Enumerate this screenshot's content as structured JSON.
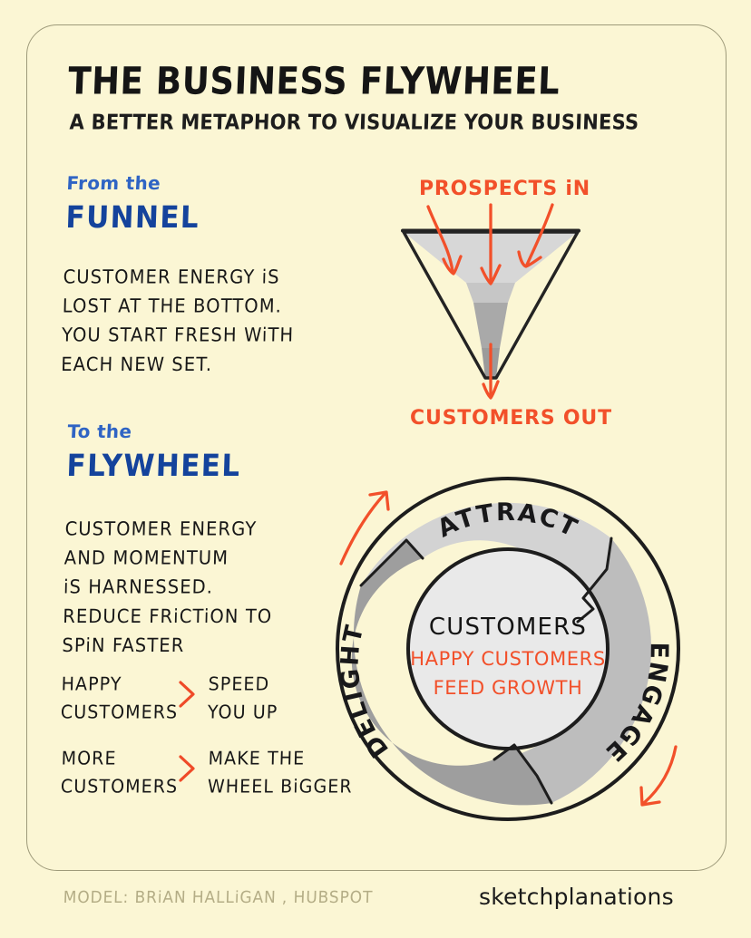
{
  "page": {
    "background_color": "#fbf6d4",
    "border_color": "#8d8a6a",
    "ink_color": "#171717",
    "blue_color": "#14439c",
    "blue_kicker_color": "#2f64c4",
    "accent_red": "#f2502a",
    "muted_color": "#b4ad86"
  },
  "header": {
    "title": "THE BUSINESS FLYWHEEL",
    "subtitle": "A BETTER METAPHOR TO VISUALIZE YOUR BUSINESS"
  },
  "funnel_section": {
    "kicker": "From the",
    "heading": "FUNNEL",
    "body": "CUSTOMER ENERGY iS\nLOST AT THE BOTTOM.\nYOU START FRESH WiTH\nEACH NEW SET."
  },
  "flywheel_section": {
    "kicker": "To the",
    "heading": "FLYWHEEL",
    "body": "CUSTOMER ENERGY\nAND MOMENTUM\niS HARNESSED.\nREDUCE FRiCTiON TO\nSPiN FASTER",
    "pairs": [
      {
        "cause": "HAPPY\nCUSTOMERS",
        "effect": "SPEED\nYOU UP"
      },
      {
        "cause": "MORE\nCUSTOMERS",
        "effect": "MAKE THE\nWHEEL BiGGER"
      }
    ]
  },
  "funnel_diagram": {
    "label_top": "PROSPECTS iN",
    "label_bottom": "CUSTOMERS OUT",
    "arrow_color": "#f2502a",
    "outline_color": "#232323",
    "bands": [
      {
        "name": "band-1",
        "color": "#d7d7d7"
      },
      {
        "name": "band-2",
        "color": "#c6c6c6"
      },
      {
        "name": "band-3",
        "color": "#a9a9a9"
      },
      {
        "name": "band-4",
        "color": "#9b9b9b"
      }
    ]
  },
  "flywheel_diagram": {
    "segments": [
      {
        "name": "attract",
        "label": "ATTRACT",
        "color": "#d3d3d3"
      },
      {
        "name": "engage",
        "label": "ENGAGE",
        "color": "#bdbdbd"
      },
      {
        "name": "delight",
        "label": "DELIGHT",
        "color": "#9e9e9e"
      }
    ],
    "hub": {
      "title": "CUSTOMERS",
      "line_1": "HAPPY CUSTOMERS",
      "line_2": "FEED GROWTH",
      "color": "#e9e9e9"
    },
    "spin_arrow_color": "#f2502a",
    "outline_color": "#1d1d1d"
  },
  "footer": {
    "model_credit": "MODEL: BRiAN HALLiGAN , HUBSPOT",
    "brand": "sketchplanations"
  }
}
